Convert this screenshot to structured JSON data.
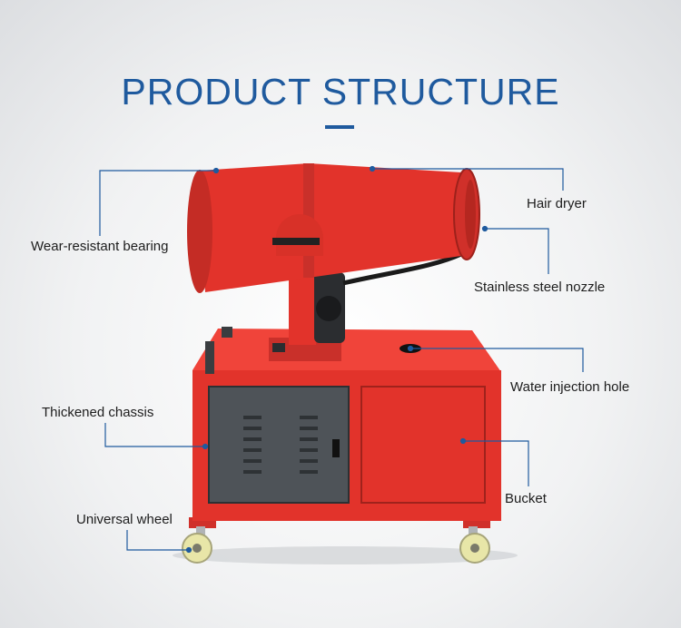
{
  "title": "PRODUCT STRUCTURE",
  "labels": {
    "hair_dryer": "Hair dryer",
    "wear_resistant_bearing": "Wear-resistant bearing",
    "stainless_steel_nozzle": "Stainless steel nozzle",
    "water_injection_hole": "Water injection hole",
    "thickened_chassis": "Thickened chassis",
    "bucket": "Bucket",
    "universal_wheel": "Universal wheel"
  },
  "colors": {
    "title": "#1f5a9e",
    "accent": "#1f5a9e",
    "machine_red": "#e2332b",
    "panel_gray": "#4e5358",
    "leader_line": "#1f5a9e"
  }
}
